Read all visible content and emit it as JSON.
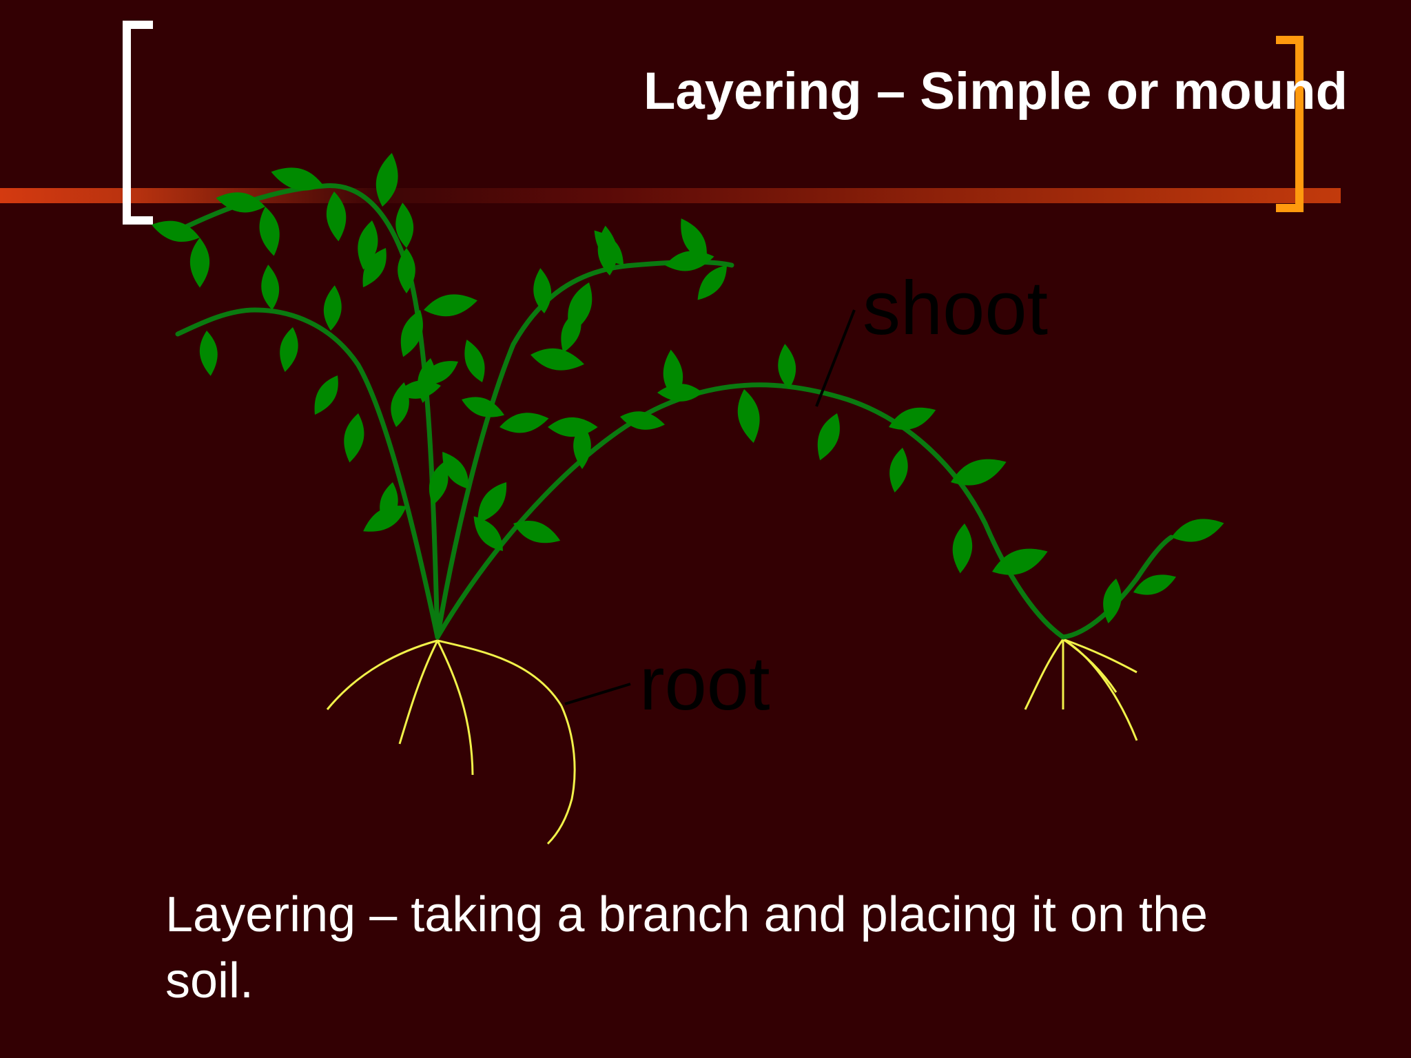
{
  "slide": {
    "title": "Layering – Simple or mound",
    "caption": "Layering – taking a branch and placing it on the soil."
  },
  "diagram": {
    "labels": {
      "shoot": "shoot",
      "root": "root"
    }
  },
  "colors": {
    "background": "#330003",
    "title_text": "#ffffff",
    "left_bracket": "#ffffff",
    "right_bracket": "#ff9a0e",
    "rule": "#c23a0c",
    "leaf": "#008a00",
    "stem": "#0a7a10",
    "root": "#f2f24a"
  }
}
